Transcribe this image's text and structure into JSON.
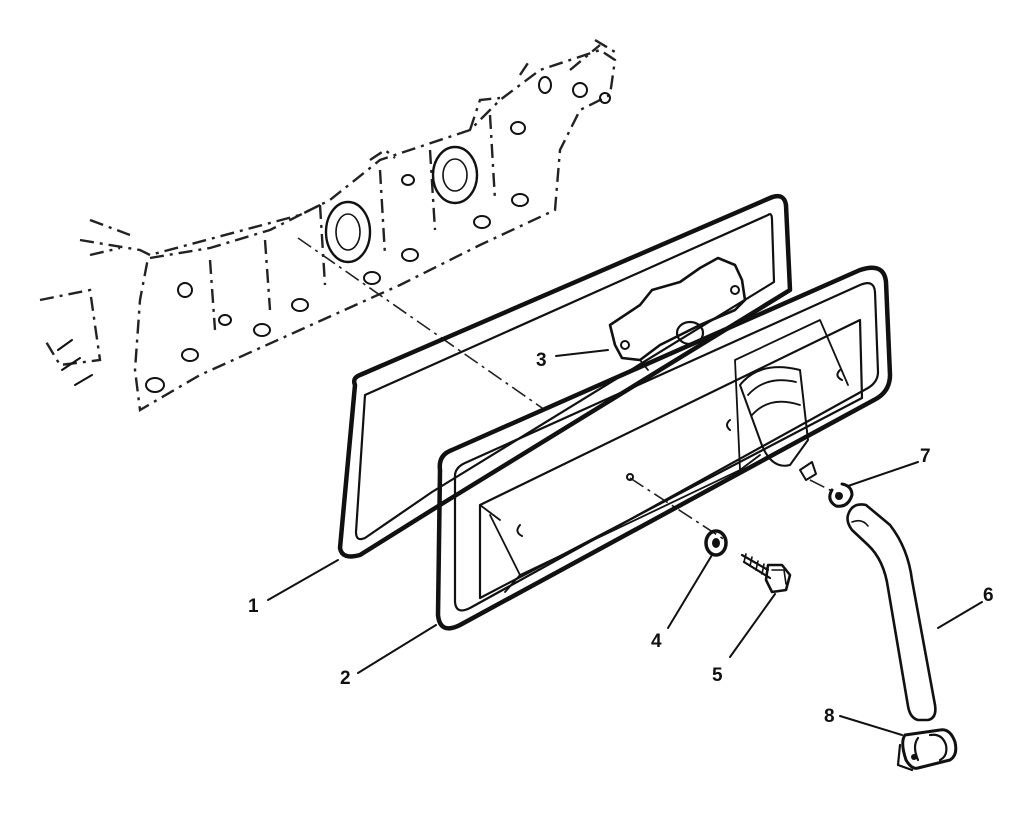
{
  "diagram": {
    "callouts": [
      {
        "id": "1",
        "label": "1"
      },
      {
        "id": "2",
        "label": "2"
      },
      {
        "id": "3",
        "label": "3"
      },
      {
        "id": "4",
        "label": "4"
      },
      {
        "id": "5",
        "label": "5"
      },
      {
        "id": "6",
        "label": "6"
      },
      {
        "id": "7",
        "label": "7"
      },
      {
        "id": "8",
        "label": "8"
      }
    ],
    "ink_color": "#111111",
    "background_color": "#ffffff"
  }
}
